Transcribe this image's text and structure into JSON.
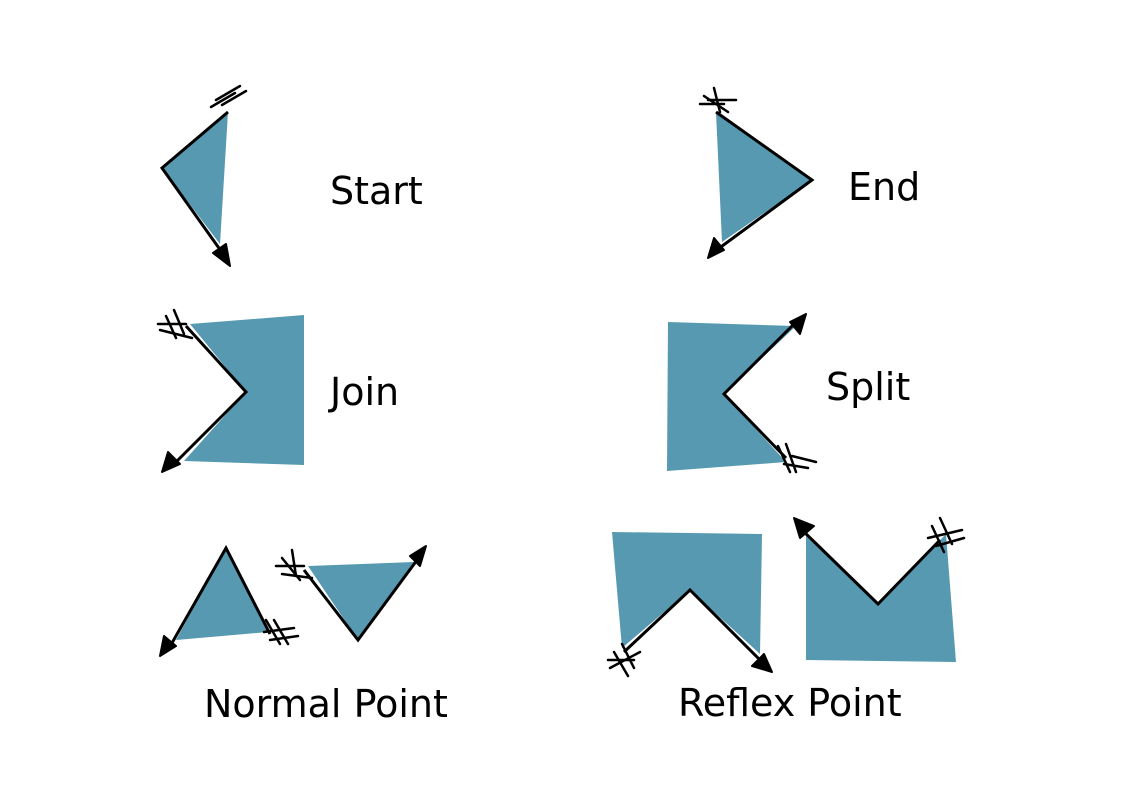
{
  "labels": {
    "start": "Start",
    "end": "End",
    "join": "Join",
    "split": "Split",
    "normal_point": "Normal Point",
    "reflex_point": "Reflex Point"
  },
  "colors": {
    "fill": "#5799B0",
    "stroke": "#000000",
    "background": "#ffffff"
  }
}
